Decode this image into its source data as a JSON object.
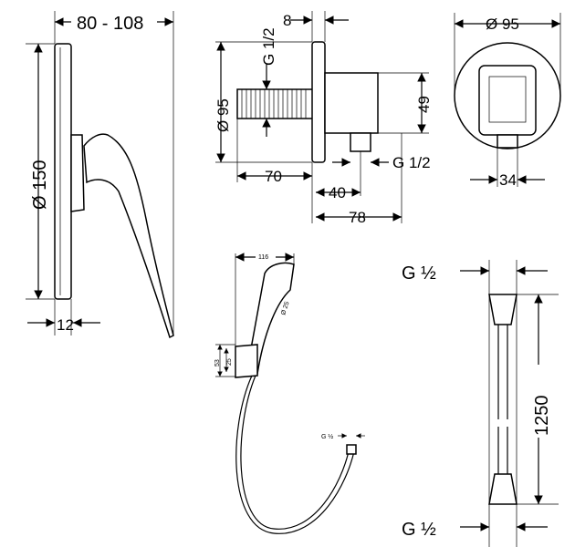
{
  "mixer": {
    "width_range": "80 - 108",
    "rosette_diameter": "Ø 150",
    "depth": "12"
  },
  "wall_outlet_side": {
    "thread_top": "G 1/2",
    "flange": "8",
    "diameter": "Ø 95",
    "height": "49",
    "length": "70",
    "thread_bottom": "G 1/2",
    "offset": "40",
    "total": "78"
  },
  "wall_outlet_front": {
    "diameter": "Ø 95",
    "width": "34"
  },
  "hand_shower": {
    "length": "116",
    "head_diameter": "Ø 25",
    "holder_height": "53",
    "holder_inner": "25",
    "thread": "G ½"
  },
  "hose": {
    "thread_top": "G ½",
    "length": "1250",
    "thread_bottom": "G ½"
  }
}
